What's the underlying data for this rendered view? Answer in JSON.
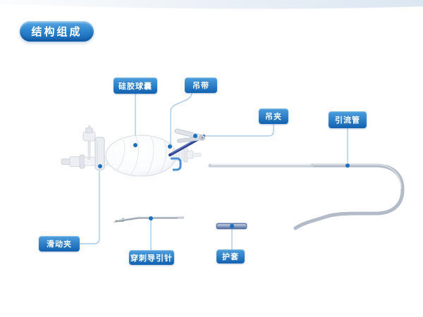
{
  "title": "结构组成",
  "labels": [
    {
      "id": "silicone-balloon",
      "text": "硅胶球囊"
    },
    {
      "id": "sling-strap",
      "text": "吊带"
    },
    {
      "id": "hanging-clip",
      "text": "吊夹"
    },
    {
      "id": "drainage-tube",
      "text": "引流管"
    },
    {
      "id": "sliding-clamp",
      "text": "滑动夹"
    },
    {
      "id": "puncture-guide-needle",
      "text": "穿刺导引针"
    },
    {
      "id": "sheath",
      "text": "护套"
    }
  ],
  "colors": {
    "title_top": "#58a7e3",
    "title_bottom": "#1565b4",
    "badge_top": "#4d9fde",
    "badge_bottom": "#1161b0",
    "leader_line": "#a6cbe8",
    "anchor_dot": "#1d6fc0",
    "strap_blue": "#2c3f90",
    "tube_gray": "#b3bbc8",
    "device_light": "#edeff3",
    "clamp_blue": "#4a90d9",
    "sheath_blue": "#5d76a6"
  }
}
